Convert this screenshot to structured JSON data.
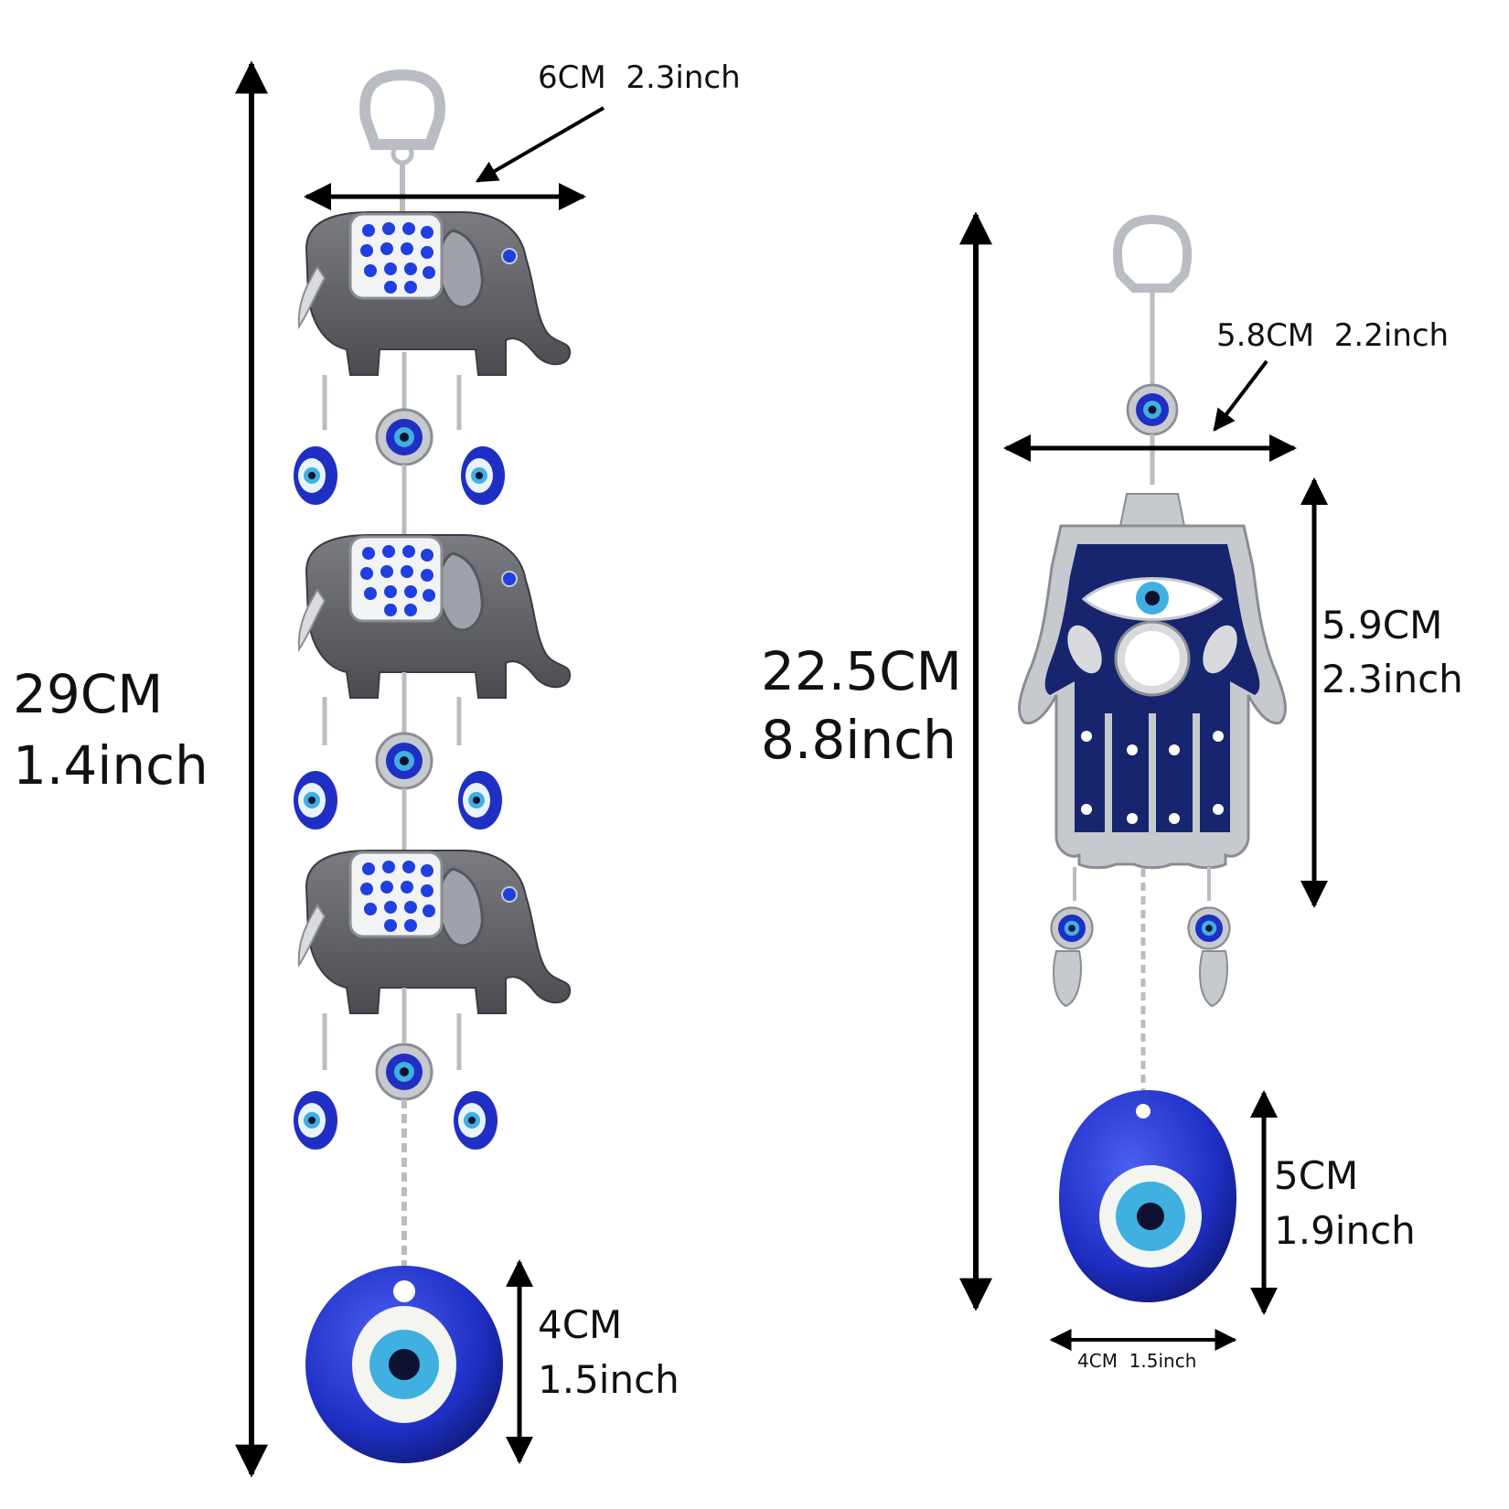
{
  "left_item": {
    "height": {
      "cm": "29CM",
      "inch": "1.4inch"
    },
    "width": {
      "cm": "6CM",
      "inch": "2.3inch"
    },
    "eye": {
      "cm": "4CM",
      "inch": "1.5inch"
    }
  },
  "right_item": {
    "height": {
      "cm": "22.5CM",
      "inch": "8.8inch"
    },
    "width": {
      "cm": "5.8CM",
      "inch": "2.2inch"
    },
    "hand": {
      "cm": "5.9CM",
      "inch": "2.3inch"
    },
    "eye_height": {
      "cm": "5CM",
      "inch": "1.9inch"
    },
    "eye_width": {
      "cm": "4CM",
      "inch": "1.5inch"
    }
  },
  "colors": {
    "evil_eye_blue": "#1f2fc4",
    "evil_eye_light": "#3fb0e0",
    "silver": "#b9bcc2",
    "dark_metal": "#5e6066",
    "enamel_blue": "#17246e"
  }
}
